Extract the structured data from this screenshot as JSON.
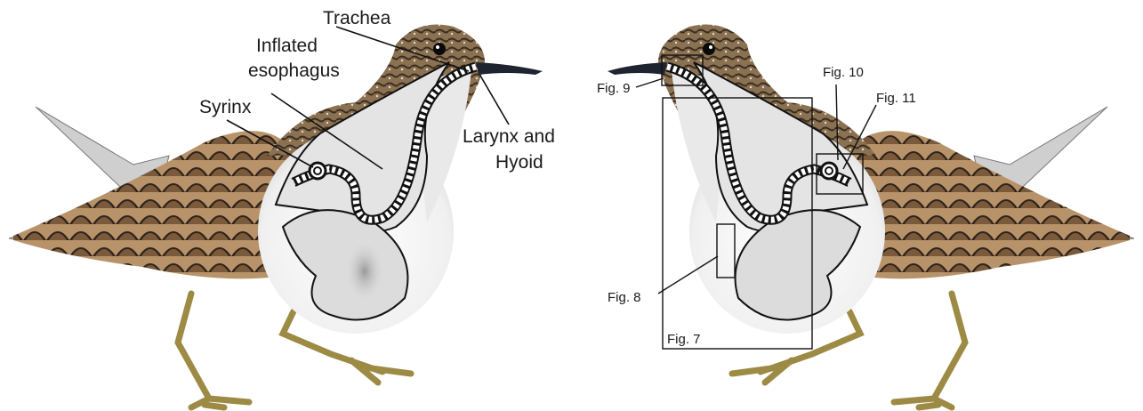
{
  "left_labels": {
    "trachea": "Trachea",
    "esophagus_line1": "Inflated",
    "esophagus_line2": "esophagus",
    "syrinx": "Syrinx",
    "larynx_line1": "Larynx and",
    "larynx_line2": "Hyoid"
  },
  "right_labels": {
    "fig7": "Fig. 7",
    "fig8": "Fig. 8",
    "fig9": "Fig. 9",
    "fig10": "Fig. 10",
    "fig11": "Fig. 11"
  },
  "colors": {
    "plumage_dark": "#3b2e22",
    "plumage_mid": "#7a6044",
    "plumage_light": "#a88a63",
    "breast_white": "#f2f2f2",
    "organ_fill": "#d9d9d9",
    "legs": "#9c8a45",
    "bill": "#1e2430",
    "line": "#111111"
  }
}
